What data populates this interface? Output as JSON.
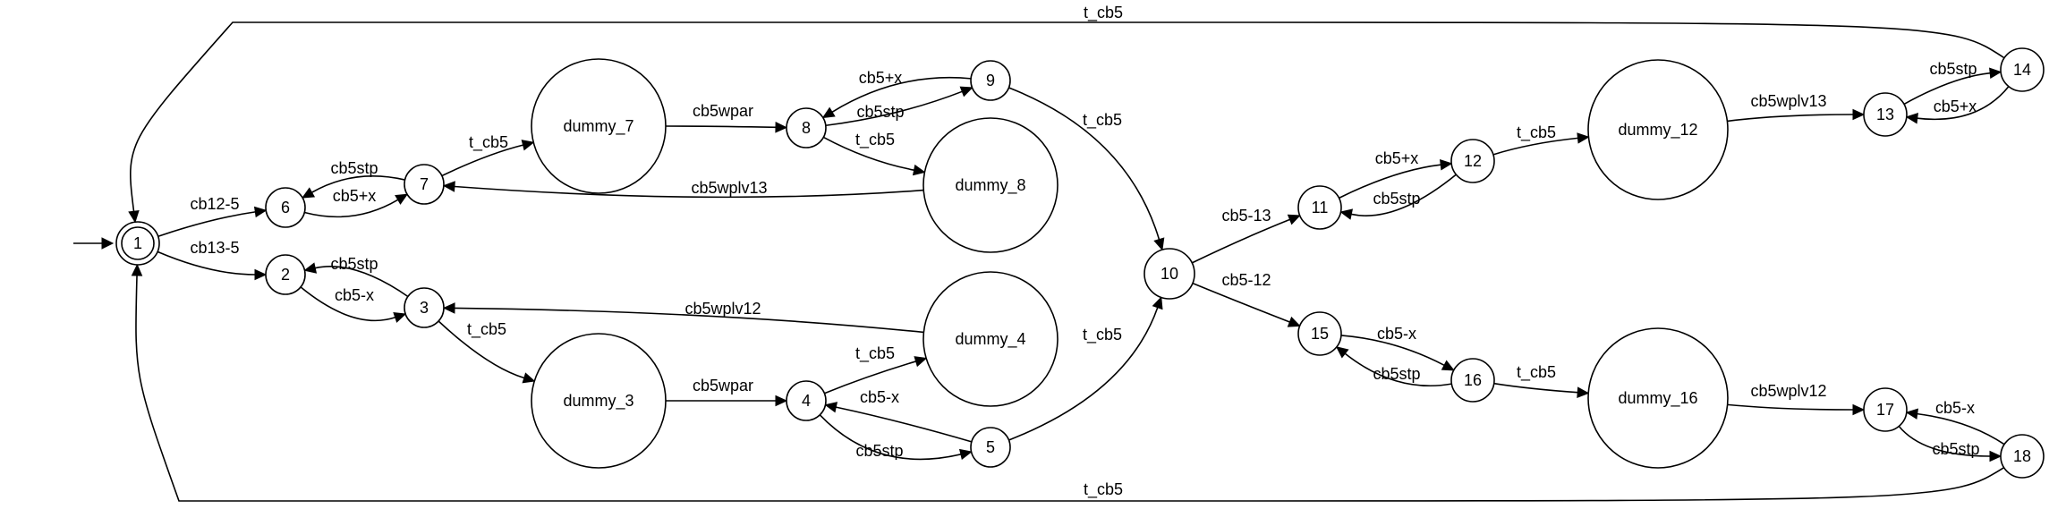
{
  "graph": {
    "initial_state": "1",
    "accepting_states": [
      "1"
    ],
    "nodes": [
      {
        "id": "1",
        "label": "1"
      },
      {
        "id": "2",
        "label": "2"
      },
      {
        "id": "3",
        "label": "3"
      },
      {
        "id": "4",
        "label": "4"
      },
      {
        "id": "5",
        "label": "5"
      },
      {
        "id": "6",
        "label": "6"
      },
      {
        "id": "7",
        "label": "7"
      },
      {
        "id": "8",
        "label": "8"
      },
      {
        "id": "9",
        "label": "9"
      },
      {
        "id": "10",
        "label": "10"
      },
      {
        "id": "11",
        "label": "11"
      },
      {
        "id": "12",
        "label": "12"
      },
      {
        "id": "13",
        "label": "13"
      },
      {
        "id": "14",
        "label": "14"
      },
      {
        "id": "15",
        "label": "15"
      },
      {
        "id": "16",
        "label": "16"
      },
      {
        "id": "17",
        "label": "17"
      },
      {
        "id": "18",
        "label": "18"
      },
      {
        "id": "dummy_3",
        "label": "dummy_3"
      },
      {
        "id": "dummy_4",
        "label": "dummy_4"
      },
      {
        "id": "dummy_7",
        "label": "dummy_7"
      },
      {
        "id": "dummy_8",
        "label": "dummy_8"
      },
      {
        "id": "dummy_12",
        "label": "dummy_12"
      },
      {
        "id": "dummy_16",
        "label": "dummy_16"
      }
    ],
    "edges": [
      {
        "from": "1",
        "to": "6",
        "label": "cb12-5"
      },
      {
        "from": "1",
        "to": "2",
        "label": "cb13-5"
      },
      {
        "from": "6",
        "to": "7",
        "label": "cb5+x"
      },
      {
        "from": "7",
        "to": "6",
        "label": "cb5stp"
      },
      {
        "from": "7",
        "to": "dummy_7",
        "label": "t_cb5"
      },
      {
        "from": "dummy_7",
        "to": "8",
        "label": "cb5wpar"
      },
      {
        "from": "8",
        "to": "9",
        "label": "cb5stp"
      },
      {
        "from": "9",
        "to": "8",
        "label": "cb5+x"
      },
      {
        "from": "8",
        "to": "dummy_8",
        "label": "t_cb5"
      },
      {
        "from": "dummy_8",
        "to": "7",
        "label": "cb5wplv13"
      },
      {
        "from": "9",
        "to": "10",
        "label": "t_cb5"
      },
      {
        "from": "2",
        "to": "3",
        "label": "cb5-x"
      },
      {
        "from": "3",
        "to": "2",
        "label": "cb5stp"
      },
      {
        "from": "3",
        "to": "dummy_3",
        "label": "t_cb5"
      },
      {
        "from": "dummy_3",
        "to": "4",
        "label": "cb5wpar"
      },
      {
        "from": "4",
        "to": "dummy_4",
        "label": "t_cb5"
      },
      {
        "from": "dummy_4",
        "to": "3",
        "label": "cb5wplv12"
      },
      {
        "from": "4",
        "to": "5",
        "label": "cb5stp"
      },
      {
        "from": "5",
        "to": "4",
        "label": "cb5-x"
      },
      {
        "from": "5",
        "to": "10",
        "label": "t_cb5"
      },
      {
        "from": "10",
        "to": "11",
        "label": "cb5-13"
      },
      {
        "from": "10",
        "to": "15",
        "label": "cb5-12"
      },
      {
        "from": "11",
        "to": "12",
        "label": "cb5+x"
      },
      {
        "from": "12",
        "to": "11",
        "label": "cb5stp"
      },
      {
        "from": "12",
        "to": "dummy_12",
        "label": "t_cb5"
      },
      {
        "from": "dummy_12",
        "to": "13",
        "label": "cb5wplv13"
      },
      {
        "from": "13",
        "to": "14",
        "label": "cb5stp"
      },
      {
        "from": "14",
        "to": "13",
        "label": "cb5+x"
      },
      {
        "from": "14",
        "to": "1",
        "label": "t_cb5"
      },
      {
        "from": "15",
        "to": "16",
        "label": "cb5-x"
      },
      {
        "from": "16",
        "to": "15",
        "label": "cb5stp"
      },
      {
        "from": "16",
        "to": "dummy_16",
        "label": "t_cb5"
      },
      {
        "from": "dummy_16",
        "to": "17",
        "label": "cb5wplv12"
      },
      {
        "from": "17",
        "to": "18",
        "label": "cb5stp"
      },
      {
        "from": "18",
        "to": "17",
        "label": "cb5-x"
      },
      {
        "from": "18",
        "to": "1",
        "label": "t_cb5"
      }
    ]
  }
}
